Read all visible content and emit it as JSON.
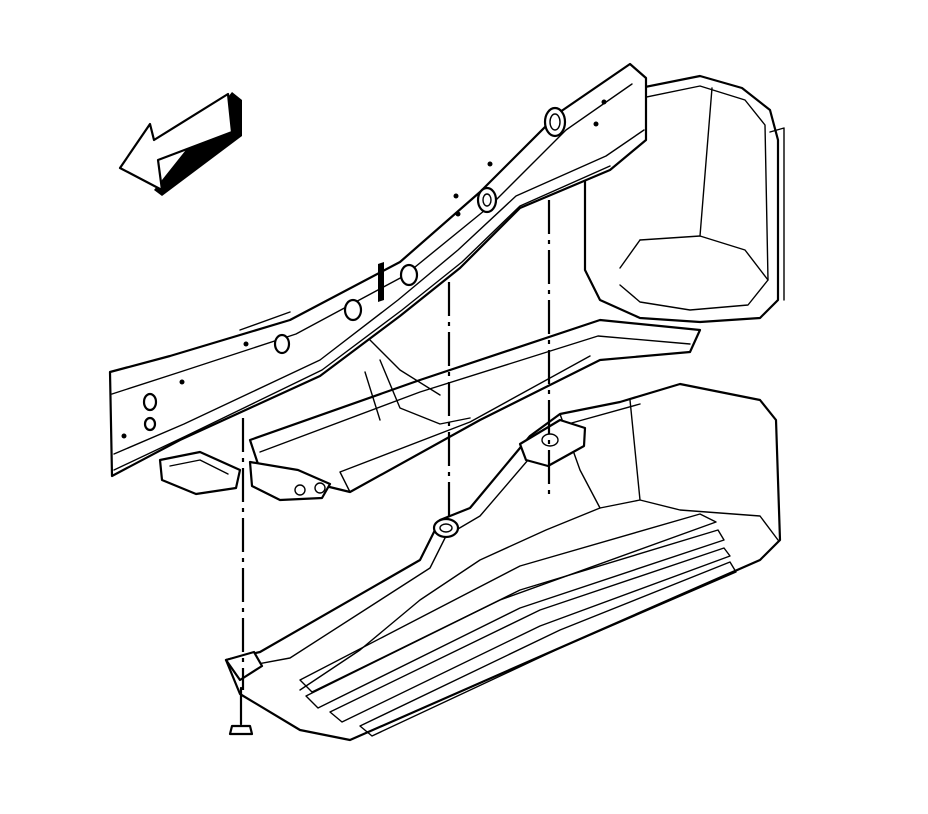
{
  "diagram": {
    "kind": "exploded-assembly-line-drawing",
    "parts": [
      "direction-arrow",
      "frame-rail",
      "fuel-tank-shield",
      "running-board-step",
      "mounting-bolt"
    ],
    "palette": {
      "line": "#000000",
      "background": "#ffffff"
    }
  }
}
